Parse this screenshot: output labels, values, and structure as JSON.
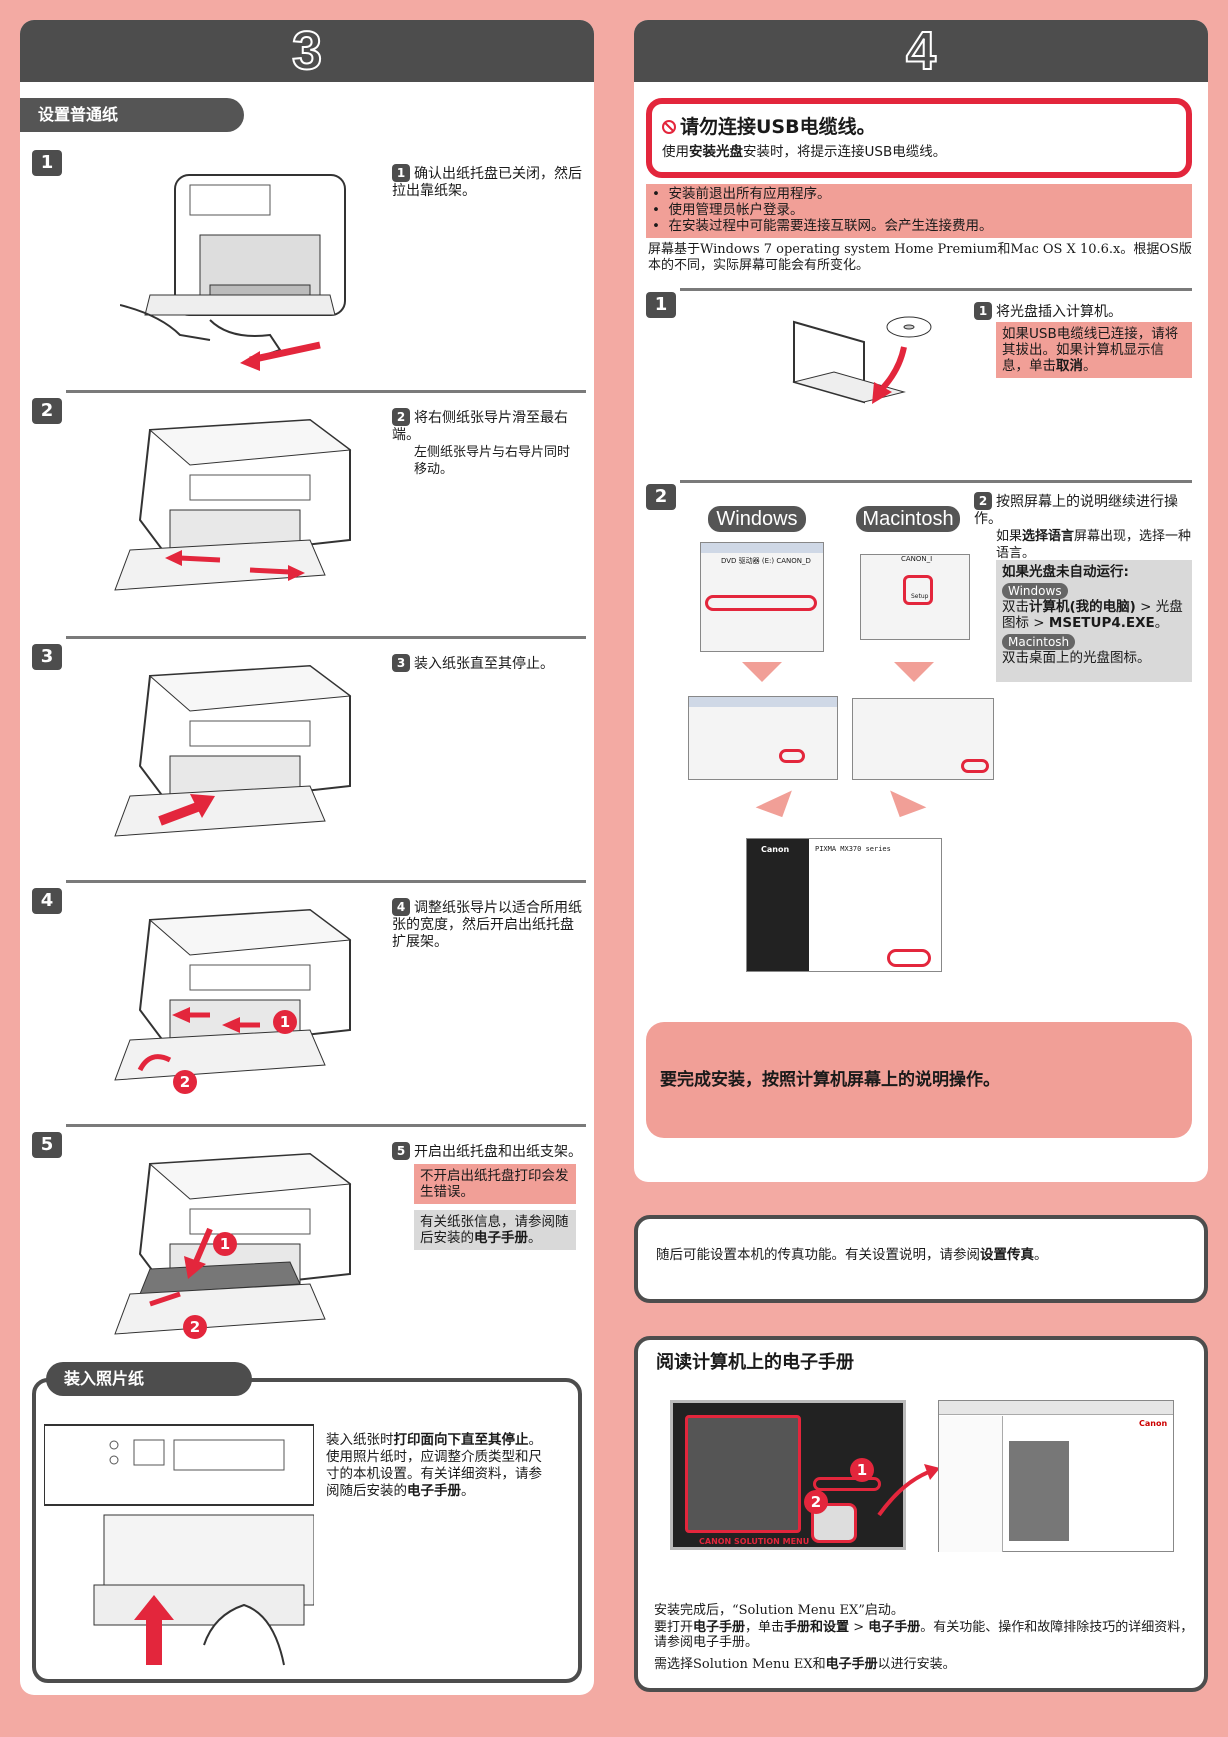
{
  "left": {
    "number": "3",
    "section1_title": "设置普通纸",
    "steps": [
      {
        "num": "1",
        "badge": "1",
        "text": "确认出纸托盘已关闭，然后拉出靠纸架。"
      },
      {
        "num": "2",
        "badge": "2",
        "text": "将右侧纸张导片滑至最右端。",
        "sub": "左侧纸张导片与右导片同时移动。"
      },
      {
        "num": "3",
        "badge": "3",
        "text": "装入纸张直至其停止。"
      },
      {
        "num": "4",
        "badge": "4",
        "text": "调整纸张导片以适合所用纸张的宽度，然后开启出纸托盘扩展架。"
      },
      {
        "num": "5",
        "badge": "5",
        "text": "开启出纸托盘和出纸支架。",
        "warn": "不开启出纸托盘打印会发生错误。",
        "info_pre": "有关纸张信息，请参阅随后安装的",
        "info_bold": "电子手册",
        "info_post": "。"
      }
    ],
    "section2_title": "装入照片纸",
    "photo_pre": "装入纸张时",
    "photo_bold1": "打印面向下直至其停止",
    "photo_mid": "。使用照片纸时，应调整介质类型和尺寸的本机设置。有关详细资料，请参阅随后安装的",
    "photo_bold2": "电子手册",
    "photo_post": "。",
    "callouts": [
      "1",
      "2",
      "1",
      "2"
    ]
  },
  "right": {
    "number": "4",
    "warn_title": "请勿连接USB电缆线。",
    "warn_pre": "使用",
    "warn_bold": "安装光盘",
    "warn_post": "安装时，将提示连接USB电缆线。",
    "bullets": [
      "安装前退出所有应用程序。",
      "使用管理员帐户登录。",
      "在安装过程中可能需要连接互联网。会产生连接费用。"
    ],
    "note": "屏幕基于Windows 7 operating system Home Premium和Mac OS X 10.6.x。根据OS版本的不同，实际屏幕可能会有所变化。",
    "step1": {
      "num": "1",
      "badge": "1",
      "text": "将光盘插入计算机。",
      "box_pre": "如果USB电缆线已连接，请将其拔出。如果计算机显示信息，单击",
      "box_bold": "取消",
      "box_post": "。"
    },
    "step2": {
      "num": "2",
      "badge": "2",
      "text": "按照屏幕上的说明继续进行操作。",
      "sub_pre": "如果",
      "sub_bold": "选择语言",
      "sub_post": "屏幕出现，选择一种语言。",
      "box_title": "如果光盘未自动运行:",
      "win": "Windows",
      "win_pre": "双击",
      "win_bold1": "计算机(我的电脑)",
      "win_mid": " > 光盘图标 > ",
      "win_bold2": "MSETUP4.EXE",
      "win_post": "。",
      "mac": "Macintosh",
      "mac_text": "双击桌面上的光盘图标。"
    },
    "os_windows": "Windows",
    "os_mac": "Macintosh",
    "shot_win1_line1": "DVD 驱动器 (E:) CANON_D",
    "shot_mac1_title": "CANON_I",
    "shot_mac1_icon": "Setup",
    "shot_final_title": "PIXMA MX370 series",
    "shot_final_brand": "Canon",
    "finish_text": "要完成安装，按照计算机屏幕上的说明操作。",
    "fax_pre": "随后可能设置本机的传真功能。有关设置说明，请参阅",
    "fax_bold": "设置传真",
    "fax_post": "。",
    "manual_title": "阅读计算机上的电子手册",
    "manual_p1": "安装完成后，“Solution Menu EX”启动。",
    "manual_p2_pre": "要打开",
    "manual_p2_b1": "电子手册",
    "manual_p2_m1": "，单击",
    "manual_p2_b2": "手册和设置",
    "manual_p2_m2": " > ",
    "manual_p2_b3": "电子手册",
    "manual_p2_post": "。有关功能、操作和故障排除技巧的详细资料，请参阅电子手册。",
    "manual_p3_pre": "需选择Solution Menu EX和",
    "manual_p3_bold": "电子手册",
    "manual_p3_post": "以进行安装。",
    "solution_footer": "CANON SOLUTION MENU",
    "manual_callouts": [
      "1",
      "2"
    ],
    "canon_brand": "Canon"
  },
  "colors": {
    "background": "#f3aaa3",
    "header": "#4d4d4d",
    "warn_red": "#e3263c",
    "pink_box": "#f19f97",
    "gray_box": "#d9d9d9"
  }
}
